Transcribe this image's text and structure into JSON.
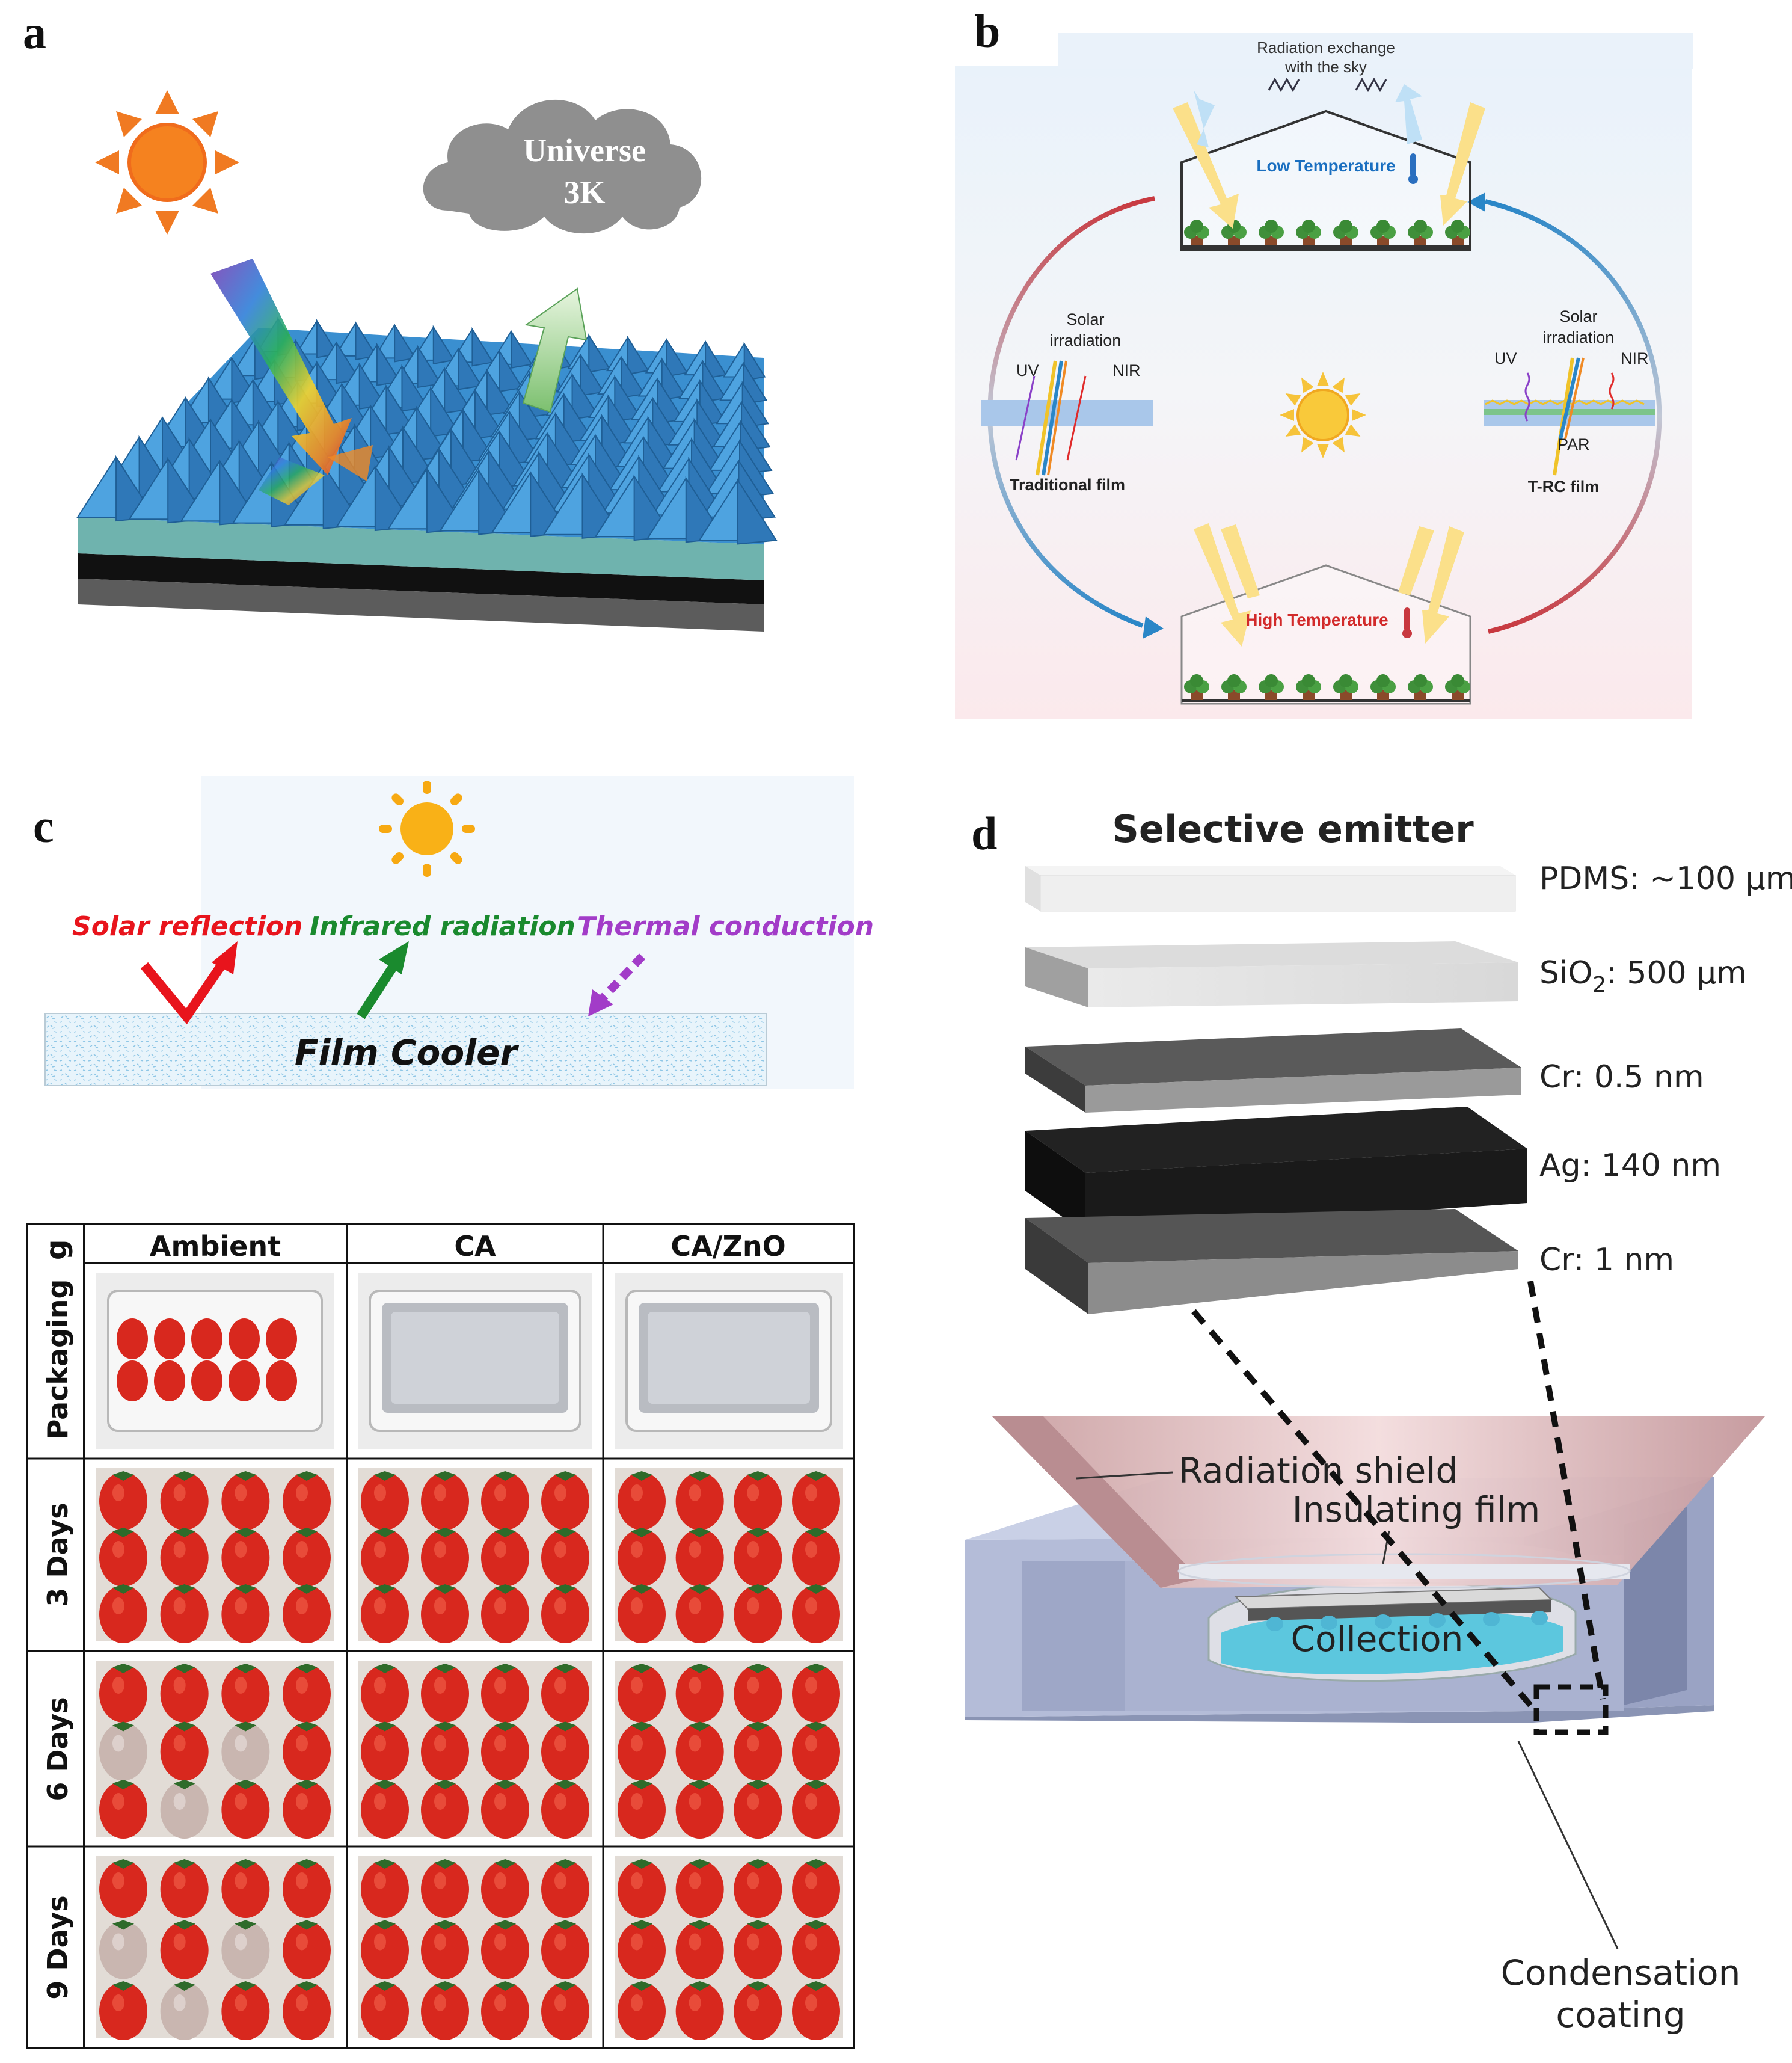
{
  "panel_a": {
    "letter": "a",
    "cloud_line1": "Universe",
    "cloud_line2": "3K"
  },
  "panel_b": {
    "letter": "b",
    "sky_line1": "Radiation exchange",
    "sky_line2": "with the sky",
    "low_temp": "Low Temperature",
    "high_temp": "High Temperature",
    "left_solar1": "Solar",
    "left_solar2": "irradiation",
    "left_uv": "UV",
    "left_nir": "NIR",
    "left_film": "Traditional film",
    "right_solar1": "Solar",
    "right_solar2": "irradiation",
    "right_uv": "UV",
    "right_nir": "NIR",
    "right_par": "PAR",
    "right_film": "T-RC film"
  },
  "panel_c": {
    "letter": "c",
    "solar_reflection": "Solar reflection",
    "infrared_radiation": "Infrared radiation",
    "thermal_conduction": "Thermal conduction",
    "film": "Film Cooler"
  },
  "panel_d": {
    "letter": "d",
    "title": "Selective emitter",
    "layers": [
      {
        "label": "PDMS: ~100 µm"
      },
      {
        "label_main": "SiO",
        "label_sub": "2",
        "label_rest": ": 500 µm"
      },
      {
        "label": "Cr: 0.5 nm"
      },
      {
        "label": "Ag: 140 nm"
      },
      {
        "label": "Cr: 1 nm"
      }
    ],
    "radiation_shield": "Radiation shield",
    "insulating_film": "Insulating film",
    "collection": "Collection",
    "condensation1": "Condensation",
    "condensation2": "coating"
  },
  "panel_g": {
    "letter": "g",
    "columns": [
      "Ambient",
      "CA",
      "CA/ZnO"
    ],
    "rows": [
      "Packaging",
      "3 Days",
      "6 Days",
      "9 Days"
    ]
  },
  "colors": {
    "red": "#e8141c",
    "green": "#1a8a2e",
    "purple": "#a23cc8",
    "blue_pyramid": "#3a8fd0",
    "strawberry": "#d8281e"
  }
}
